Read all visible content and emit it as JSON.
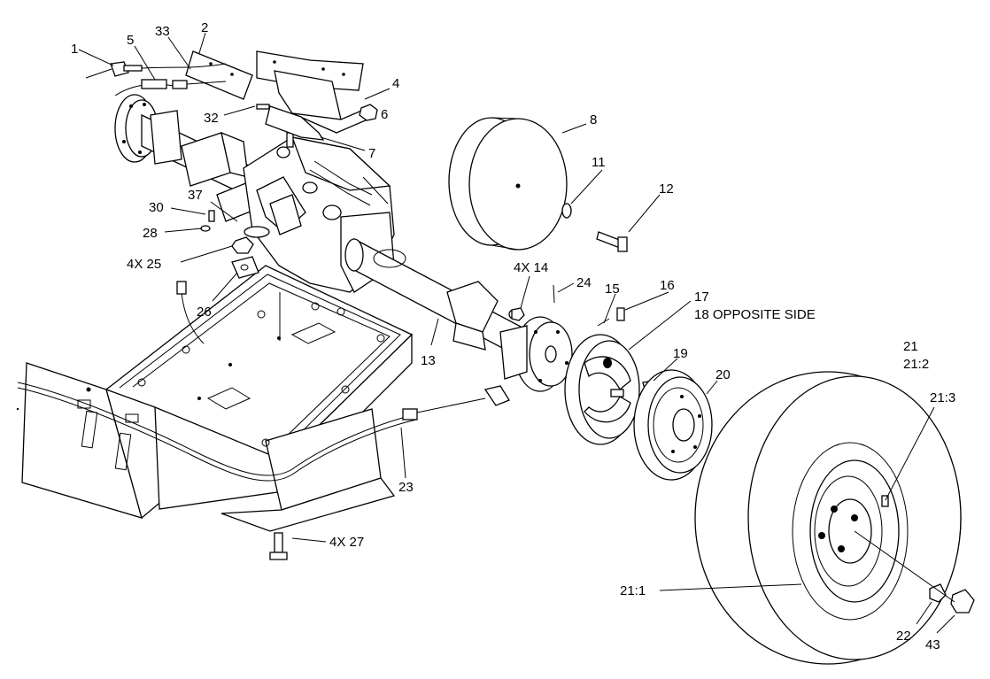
{
  "callouts": {
    "c1": "1",
    "c5": "5",
    "c33": "33",
    "c2": "2",
    "c4": "4",
    "c6": "6",
    "c32": "32",
    "c7": "7",
    "c8": "8",
    "c11": "11",
    "c12": "12",
    "c37": "37",
    "c30": "30",
    "c28": "28",
    "c25": "4X 25",
    "c26": "26",
    "c14": "4X 14",
    "c24": "24",
    "c15": "15",
    "c16": "16",
    "c17": "17",
    "c18": "18 OPPOSITE SIDE",
    "c13": "13",
    "c19": "19",
    "c20": "20",
    "c21": "21",
    "c21_2": "21:2",
    "c21_3": "21:3",
    "c23": "23",
    "c27": "4X 27",
    "c21_1": "21:1",
    "c22": "22",
    "c43": "43"
  }
}
